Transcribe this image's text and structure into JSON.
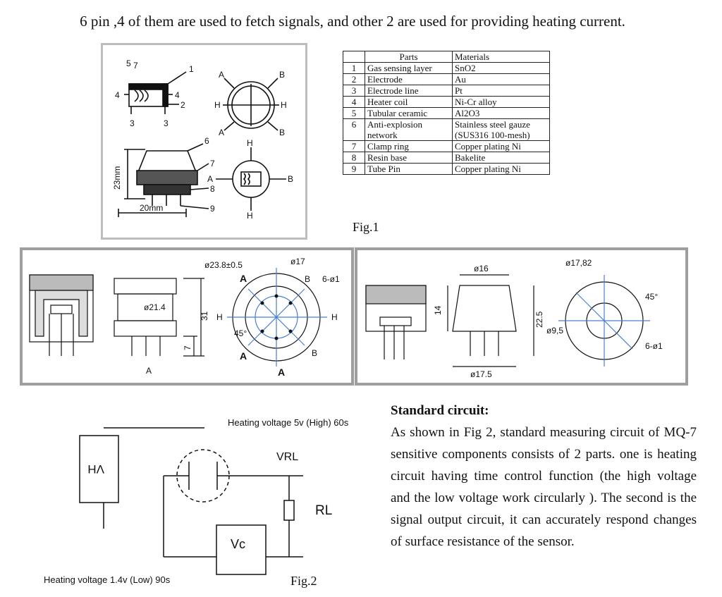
{
  "intro": "6 pin ,4 of them are used to fetch signals, and other 2 are used for providing heating current.",
  "fig1": {
    "caption": "Fig.1",
    "sketch_labels": {
      "n5": "5",
      "n7": "7",
      "n1": "1",
      "n4a": "4",
      "n4b": "4",
      "n2": "2",
      "n3a": "3",
      "n3b": "3",
      "n6": "6",
      "n7b": "7",
      "n8": "8",
      "n9": "9",
      "dim_h": "23mm",
      "dim_w": "20mm",
      "pinA1": "A",
      "pinB1": "B",
      "pinH1": "H",
      "pinH2": "H",
      "pinA2": "A",
      "pinB2": "B",
      "pinH3": "H",
      "pinH4": "H",
      "pinA3": "A",
      "pinB3": "B"
    },
    "table": {
      "headers": [
        "",
        "Parts",
        "Materials"
      ],
      "rows": [
        {
          "num": "1",
          "part": "Gas sensing layer",
          "material": "SnO2"
        },
        {
          "num": "2",
          "part": "Electrode",
          "material": "Au"
        },
        {
          "num": "3",
          "part": "Electrode line",
          "material": "Pt"
        },
        {
          "num": "4",
          "part": "Heater coil",
          "material": "Ni-Cr alloy"
        },
        {
          "num": "5",
          "part": "Tubular ceramic",
          "material": "Al2O3"
        },
        {
          "num": "6",
          "part": "Anti-explosion network",
          "material": "Stainless steel gauze (SUS316 100-mesh)"
        },
        {
          "num": "7",
          "part": "Clamp ring",
          "material": "Copper plating Ni"
        },
        {
          "num": "8",
          "part": "Resin base",
          "material": "Bakelite"
        },
        {
          "num": "9",
          "part": "Tube Pin",
          "material": "Copper plating Ni"
        }
      ]
    }
  },
  "drawing1": {
    "d_outer": "ø23.8±0.5",
    "d_pin_circle": "ø17",
    "pins": "6-ø1",
    "d_body": "ø21.4",
    "height": "31",
    "pin_len": "7",
    "angle": "45°",
    "A_top": "A",
    "B_top": "B",
    "H_left": "H",
    "H_right": "H",
    "A_bottom": "A",
    "B_bottom": "B",
    "A_arrow": "A",
    "A_bottom2": "A"
  },
  "drawing2": {
    "d_top": "ø16",
    "d_outer": "ø17,82",
    "height_body": "14",
    "height_total": "22.5",
    "d_pins": "ø9,5",
    "pins": "6-ø1",
    "d_base": "ø17.5",
    "angle": "45°"
  },
  "circuit": {
    "caption": "Fig.2",
    "heating_high": "Heating voltage 5v (High) 60s",
    "heating_low": "Heating voltage 1.4v (Low) 90s",
    "vh": "VH",
    "vrl": "VRL",
    "rl": "RL",
    "vc": "Vc"
  },
  "standard_circuit": {
    "heading": "Standard circuit:",
    "text": "As shown in Fig 2, standard measuring circuit of MQ-7 sensitive components consists of 2 parts. one is heating circuit having time control function (the high voltage and the low voltage work circularly ). The second is the signal output circuit, it can accurately respond changes of surface resistance of the sensor."
  }
}
